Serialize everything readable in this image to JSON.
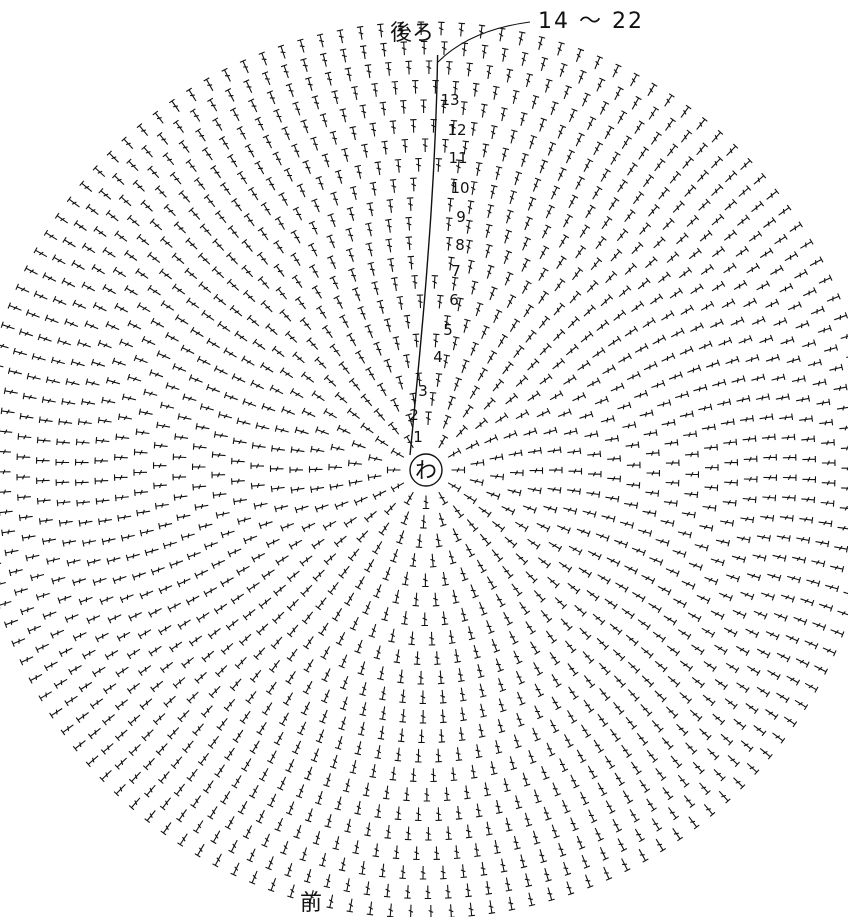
{
  "diagram": {
    "top_label": "後ろ",
    "bottom_label": "前",
    "center_label": "わ",
    "range_label": "14 ～ 22",
    "row_numbers": [
      "1",
      "2",
      "3",
      "4",
      "5",
      "6",
      "7",
      "8",
      "9",
      "10",
      "11",
      "12",
      "13"
    ],
    "line_color": "#111111",
    "stitch": {
      "total_rounds": 22,
      "repeats": 6,
      "increase_sections": 6
    }
  }
}
